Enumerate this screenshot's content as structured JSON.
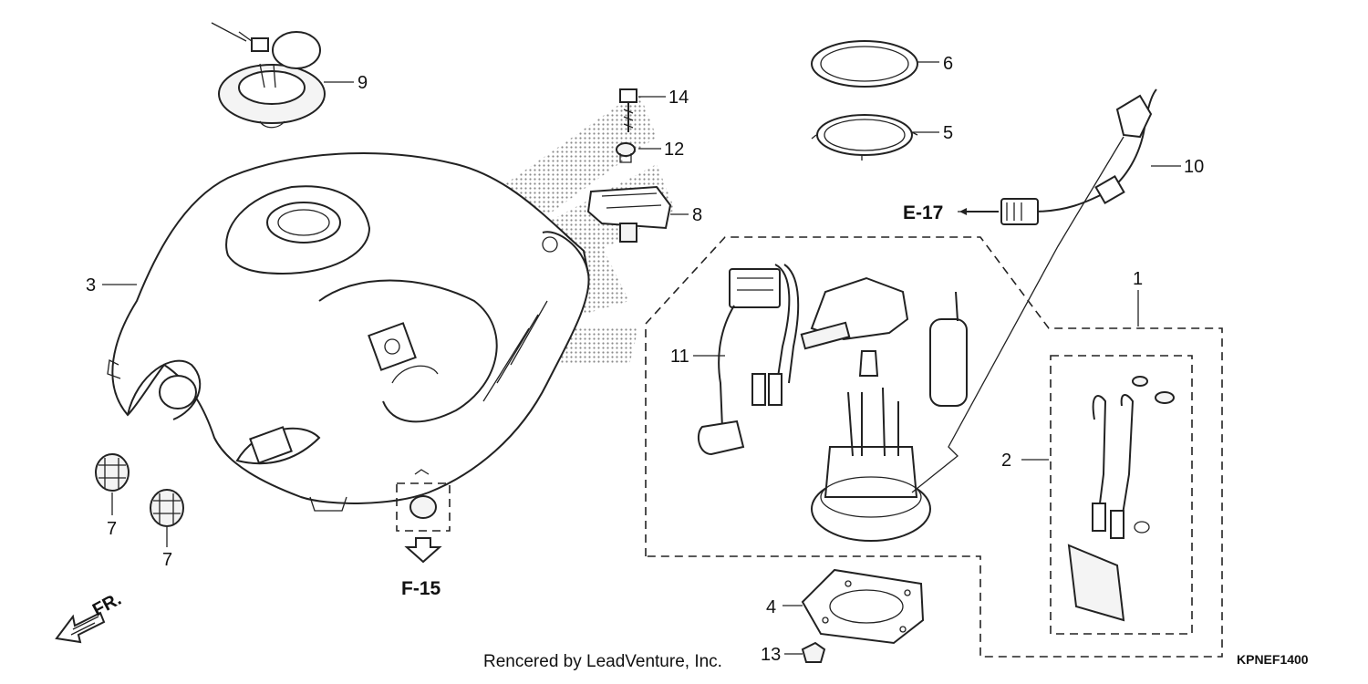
{
  "diagram": {
    "callouts": [
      "1",
      "2",
      "3",
      "4",
      "5",
      "6",
      "7",
      "7",
      "8",
      "9",
      "10",
      "11",
      "12",
      "13",
      "14"
    ],
    "refs": {
      "e17": "E-17",
      "f15": "F-15"
    },
    "front_marker": "FR.",
    "credit": "Rencered by LeadVenture, Inc.",
    "figure_code": "KPNEF1400"
  }
}
